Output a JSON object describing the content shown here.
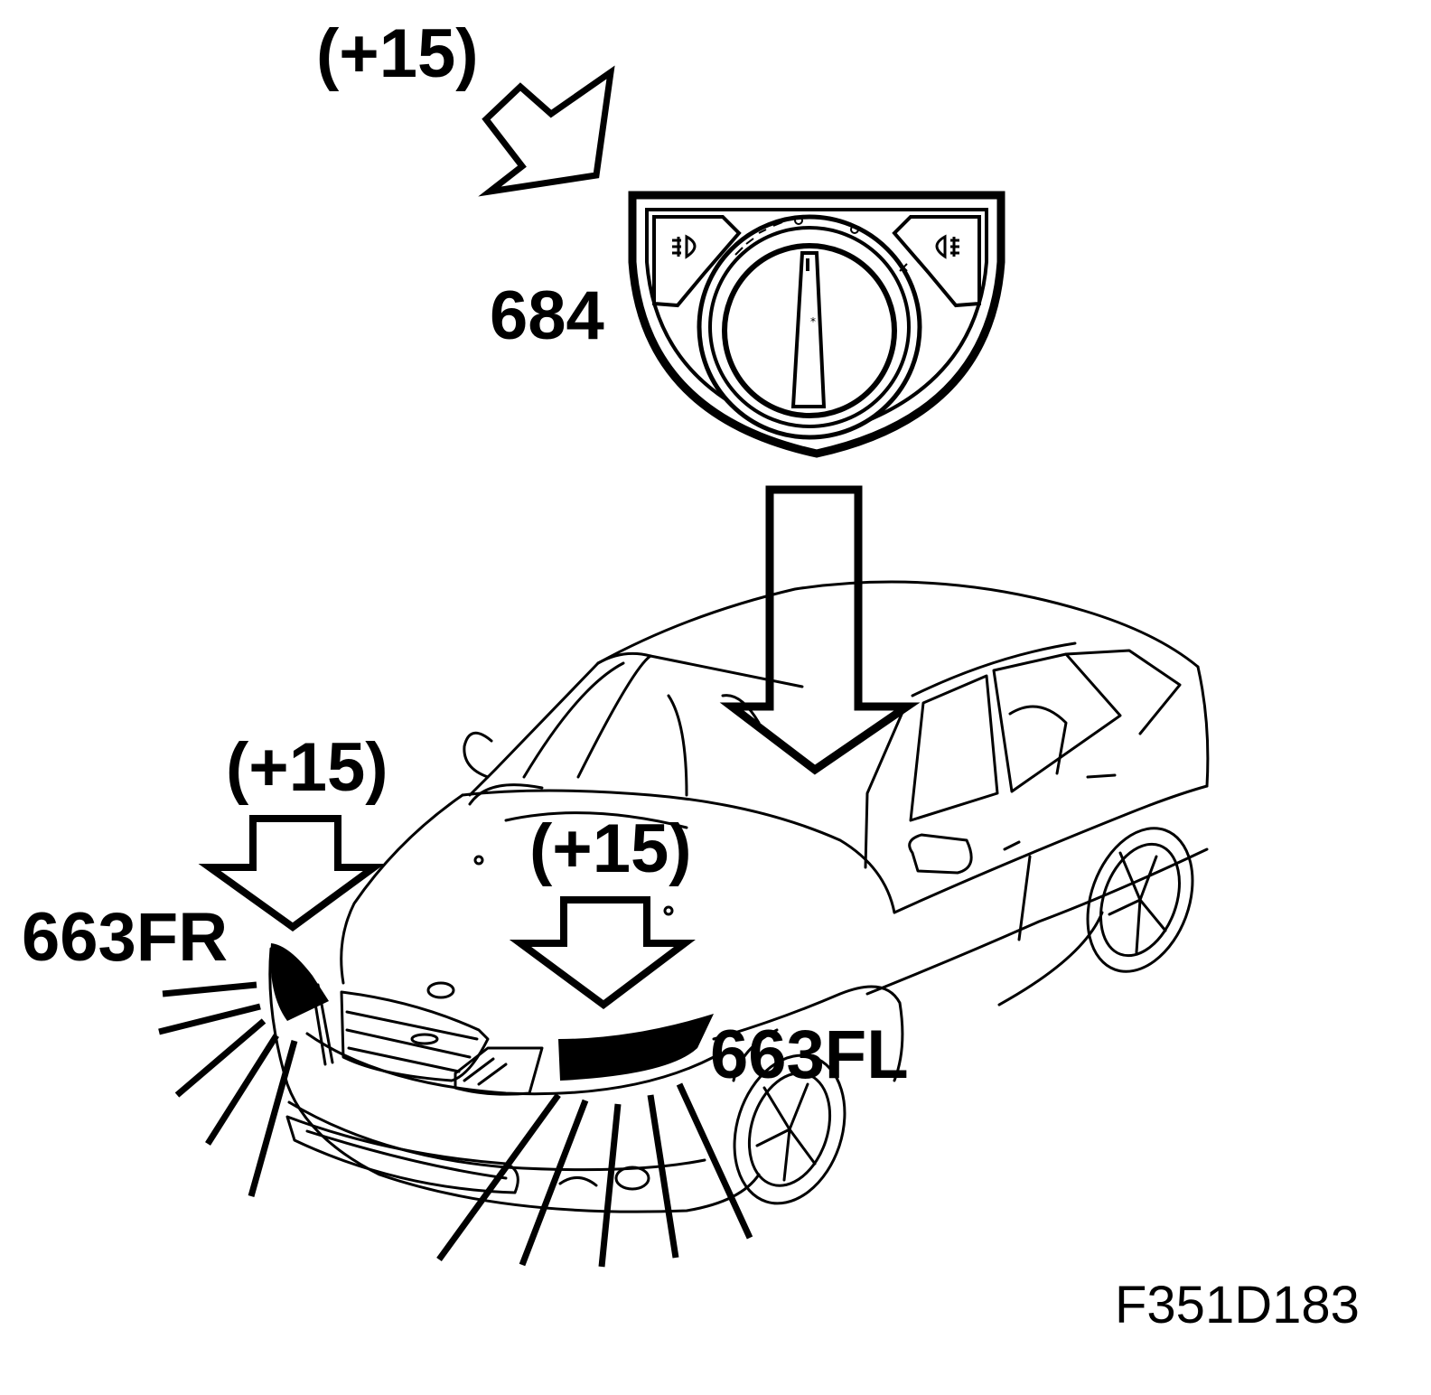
{
  "colors": {
    "ink": "#000000",
    "paper": "#ffffff"
  },
  "labels": {
    "terminal_top": "(+15)",
    "switch_code": "684",
    "terminal_right_lamp": "(+15)",
    "right_lamp_code": "663FR",
    "terminal_left_lamp": "(+15)",
    "left_lamp_code": "663FL",
    "figure_code": "F351D183"
  },
  "icons": {
    "input_arrow": "hollow-arrow-icon",
    "signal_arrow": "hollow-down-arrow-icon",
    "switch": "light-switch-icon",
    "car": "car-outline-icon",
    "light_rays": "light-rays-icon"
  }
}
